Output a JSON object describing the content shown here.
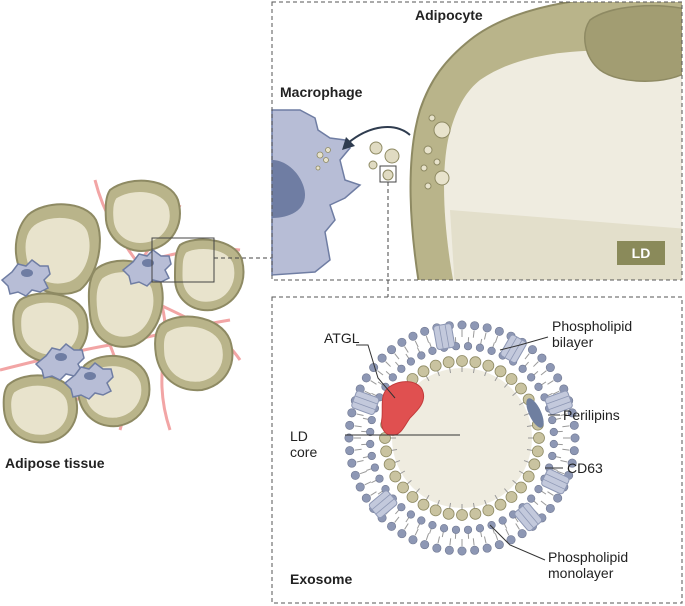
{
  "labels": {
    "adipocyte": "Adipocyte",
    "macrophage": "Macrophage",
    "ld": "LD",
    "adipose_tissue": "Adipose tissue",
    "exosome": "Exosome",
    "atgl": "ATGL",
    "ld_core_line1": "LD",
    "ld_core_line2": "core",
    "phospholipid_bilayer_line1": "Phospholipid",
    "phospholipid_bilayer_line2": "bilayer",
    "perilipins": "Perilipins",
    "cd63": "CD63",
    "phospholipid_monolayer_line1": "Phospholipid",
    "phospholipid_monolayer_line2": "monolayer"
  },
  "colors": {
    "cell_fill": "#e8e3cc",
    "cell_rim": "#b9b48a",
    "cell_outline": "#8e8a63",
    "vessel": "#f2a5a5",
    "macrophage": "#b7bdd6",
    "macrophage_nucleus": "#6f7da3",
    "atgl": "#e05050",
    "perilipin": "#6f7fa0",
    "bead": "#c9c3a0",
    "head_blue": "#8d97b4",
    "cd63": "#c3c9dc",
    "arrow": "#2f3c4f"
  },
  "icons": {
    "arrow": "curved-arrow",
    "zoom_lines": "dashed-callout-lines"
  }
}
